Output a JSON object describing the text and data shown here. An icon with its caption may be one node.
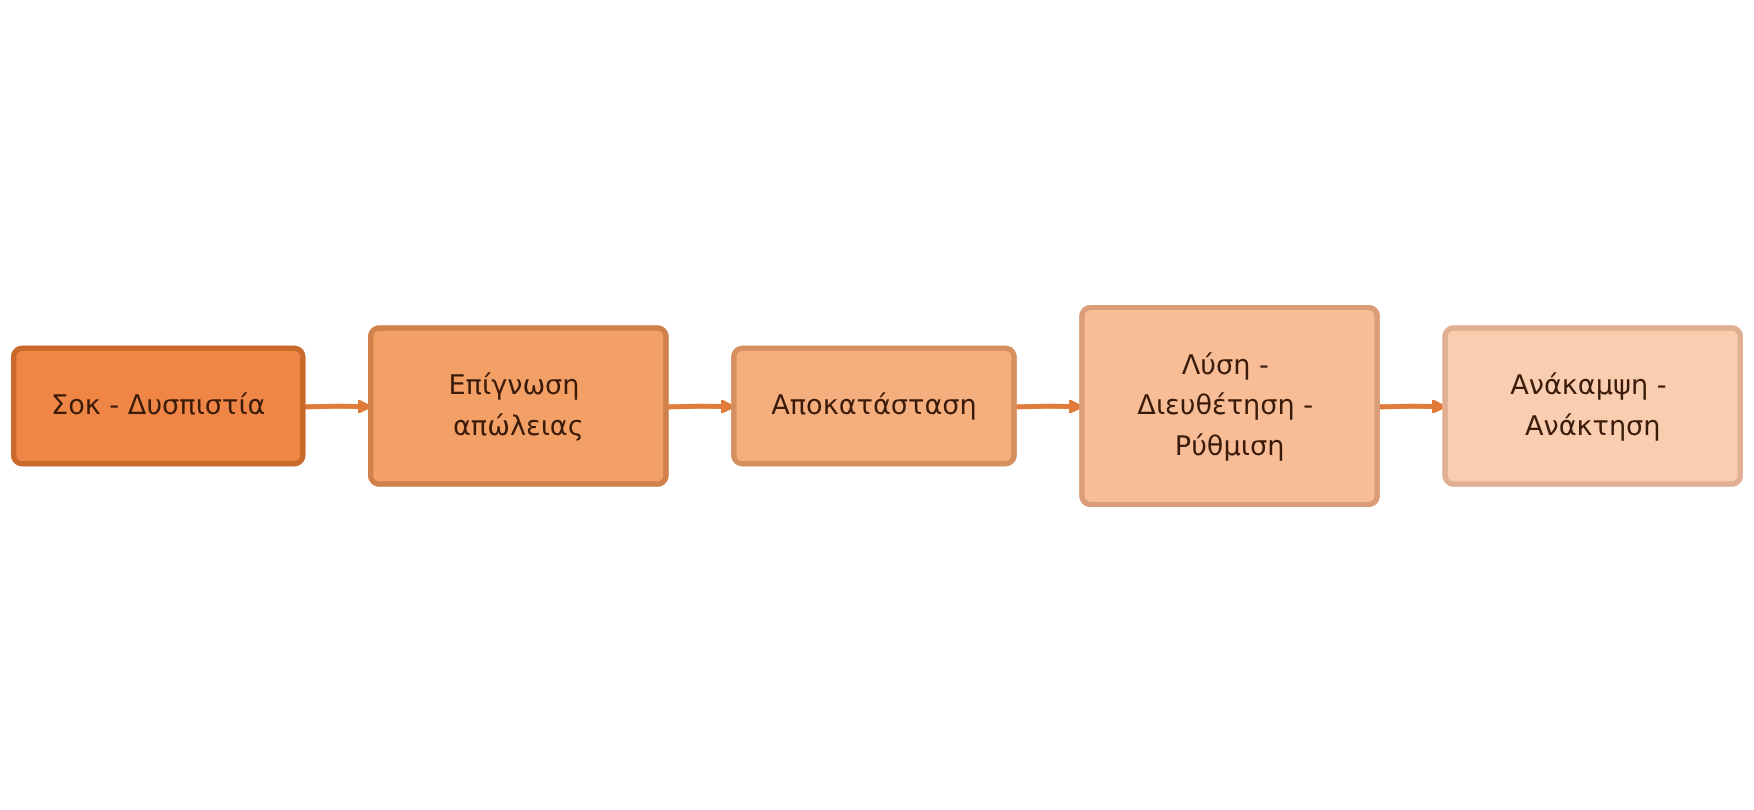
{
  "diagram": {
    "nodes": [
      {
        "text": [
          "Σοκ - Δυσπιστία"
        ]
      },
      {
        "text": [
          "Επίγνωση απώλειας"
        ]
      },
      {
        "text": [
          "Αποκατάσταση"
        ]
      },
      {
        "text": [
          "Λύση - Διευθέτηση - Ρύθμιση"
        ]
      },
      {
        "text": [
          "Ανάκαμψη - Ανάκτηση"
        ]
      }
    ],
    "edges": [
      {
        "from": 0,
        "to": 1,
        "arrow": "to"
      },
      {
        "from": 1,
        "to": 2,
        "arrow": "to"
      },
      {
        "from": 2,
        "to": 3,
        "arrow": "to"
      },
      {
        "from": 3,
        "to": 4,
        "arrow": "to"
      }
    ]
  }
}
